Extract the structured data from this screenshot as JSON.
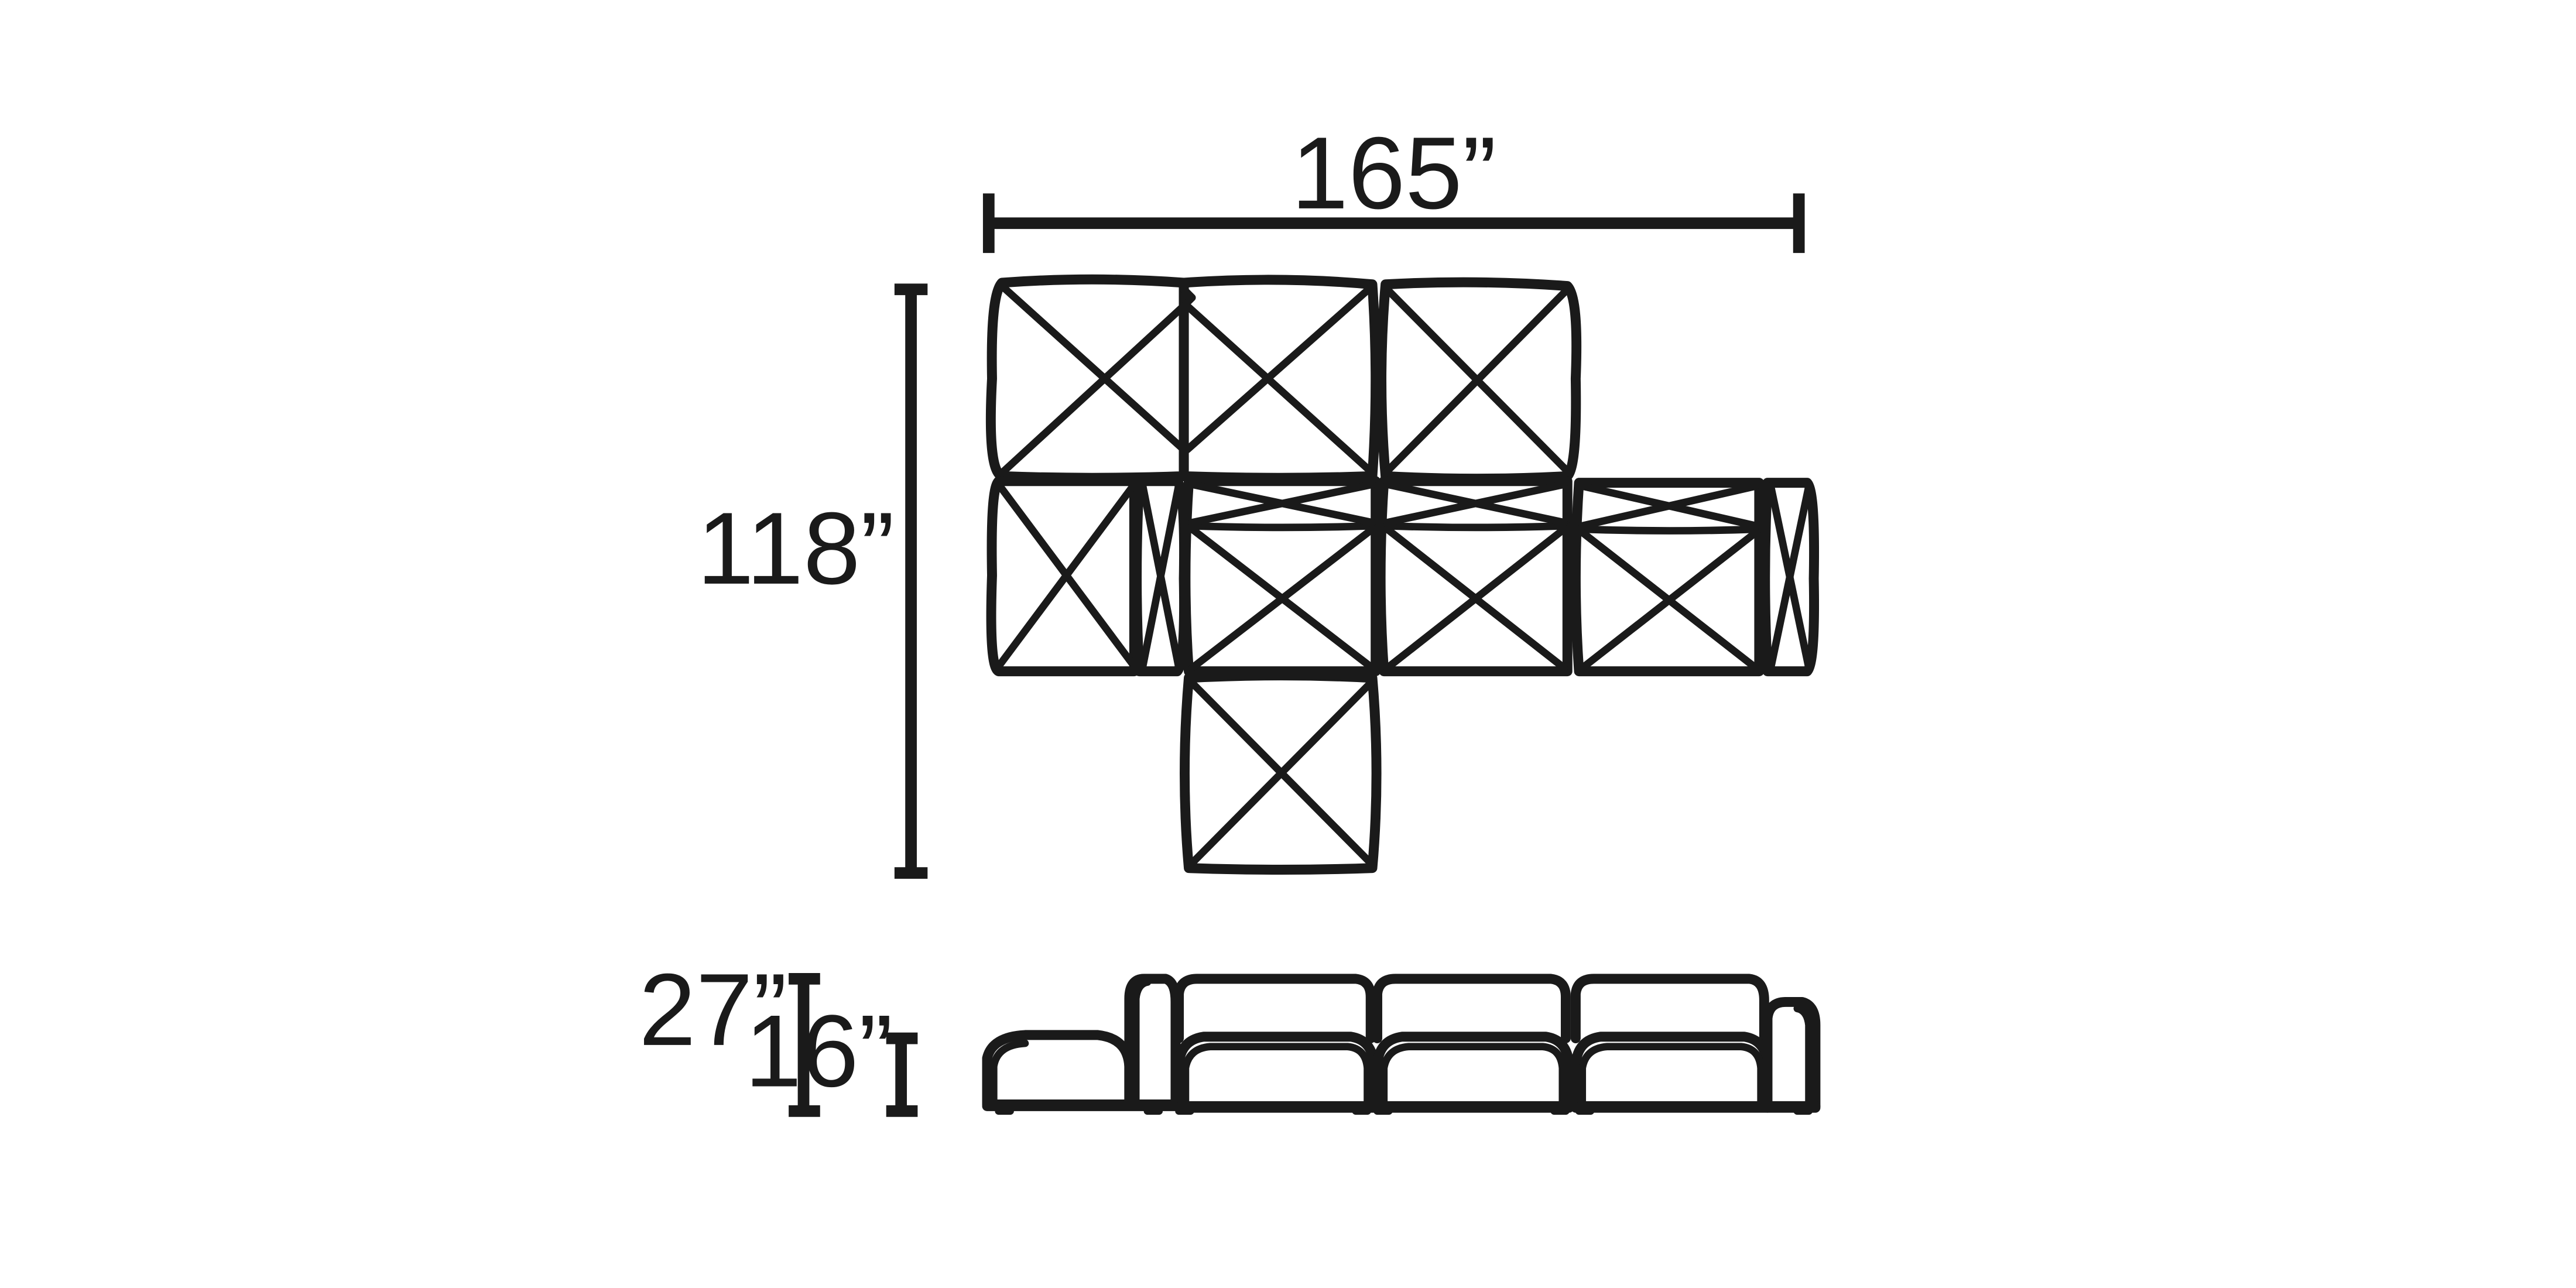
{
  "dimensions": {
    "width": "165”",
    "depth": "118”",
    "overall_height": "27”",
    "seat_height": "16”"
  }
}
